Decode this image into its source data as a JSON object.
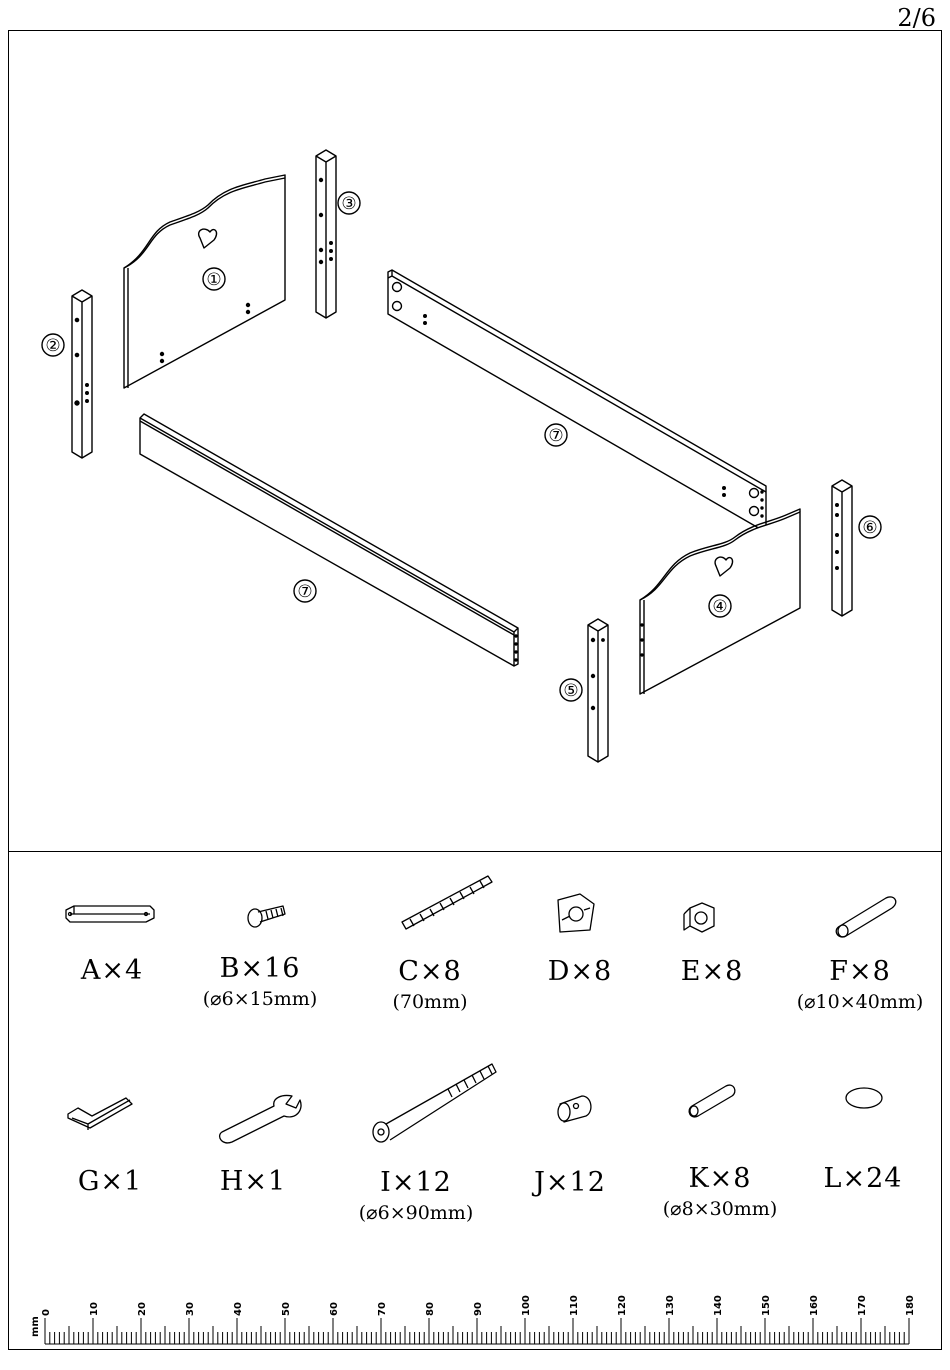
{
  "page_number": "2/6",
  "callouts": [
    "①",
    "②",
    "③",
    "④",
    "⑤",
    "⑥",
    "⑦",
    "⑦"
  ],
  "hardware": [
    {
      "name": "A×4",
      "spec": ""
    },
    {
      "name": "B×16",
      "spec": "(⌀6×15mm)"
    },
    {
      "name": "C×8",
      "spec": "(70mm)"
    },
    {
      "name": "D×8",
      "spec": ""
    },
    {
      "name": "E×8",
      "spec": ""
    },
    {
      "name": "F×8",
      "spec": "(⌀10×40mm)"
    },
    {
      "name": "G×1",
      "spec": ""
    },
    {
      "name": "H×1",
      "spec": ""
    },
    {
      "name": "I×12",
      "spec": "(⌀6×90mm)"
    },
    {
      "name": "J×12",
      "spec": ""
    },
    {
      "name": "K×8",
      "spec": "(⌀8×30mm)"
    },
    {
      "name": "L×24",
      "spec": ""
    }
  ],
  "ruler": {
    "unit": "mm",
    "labels": [
      "0",
      "10",
      "20",
      "30",
      "40",
      "50",
      "60",
      "70",
      "80",
      "90",
      "100",
      "110",
      "120",
      "130",
      "140",
      "150",
      "160",
      "170",
      "180"
    ]
  }
}
